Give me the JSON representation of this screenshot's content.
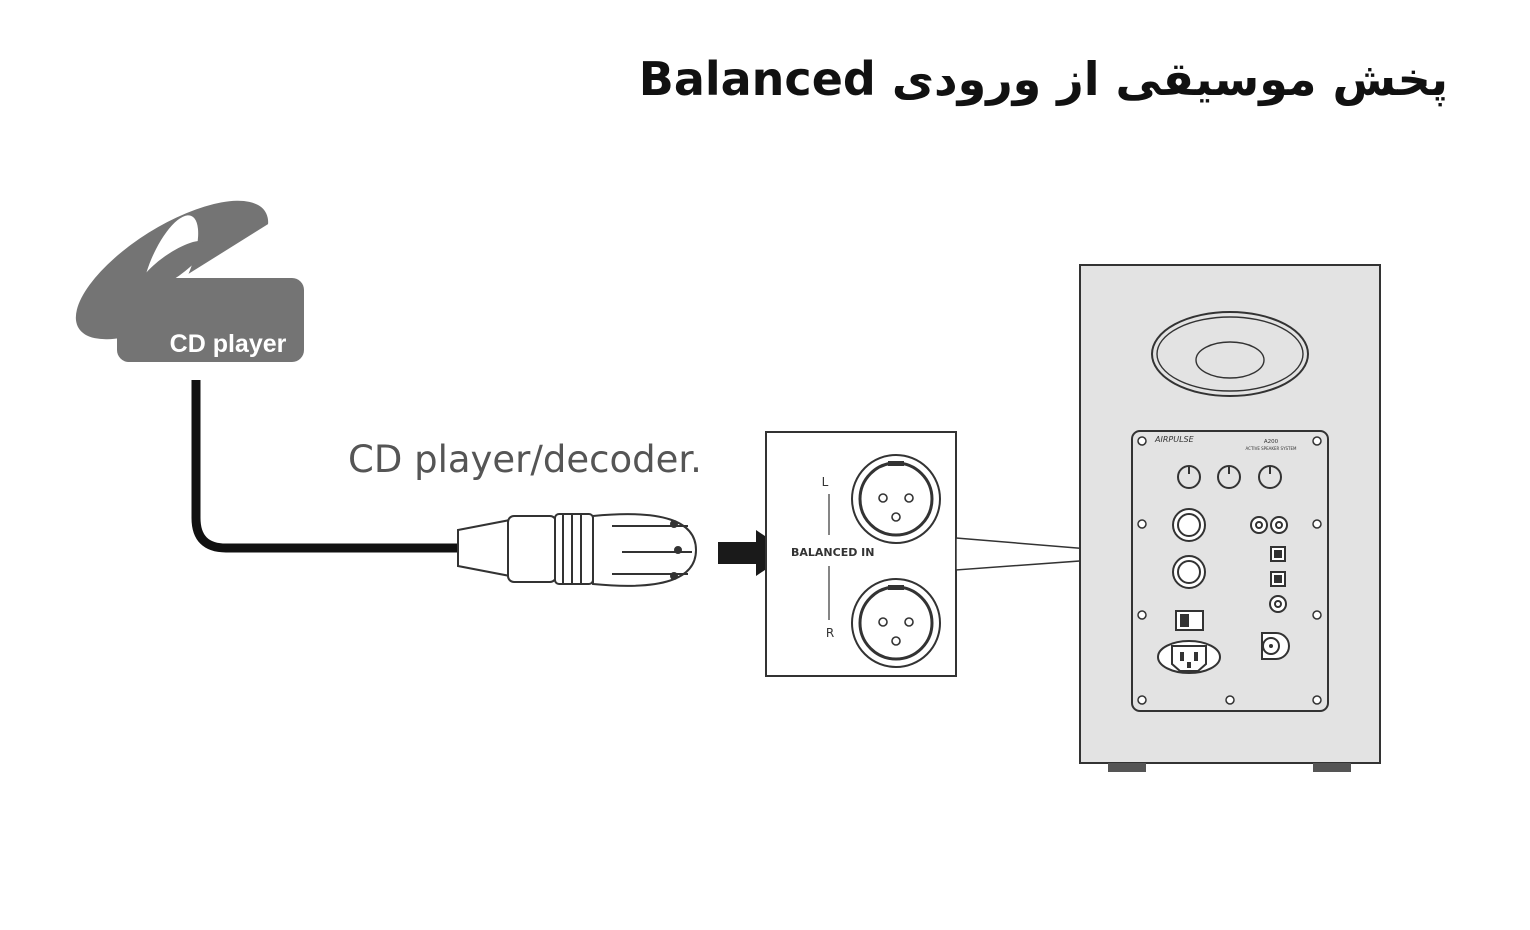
{
  "title": "پخش موسیقی از ورودی Balanced",
  "cd_badge_label": "CD player",
  "source_label": "CD player/decoder.",
  "panel": {
    "input_label": "BALANCED IN",
    "left_channel": "L",
    "right_channel": "R"
  },
  "speaker": {
    "brand": "AIRPULSE",
    "model": "A200",
    "subtitle": "ACTIVE SPEAKER SYSTEM"
  },
  "colors": {
    "cd_gray": "#747474",
    "speaker_body": "#e3e3e3",
    "outline": "#333333",
    "cable": "#111111",
    "arrow": "#1a1a1a"
  }
}
